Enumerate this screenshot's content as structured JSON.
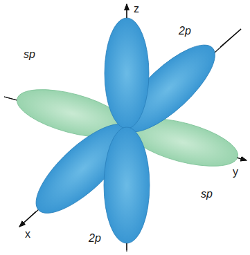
{
  "diagram": {
    "labels": [
      "z",
      "2p",
      "sp",
      "sp",
      "y",
      "x",
      "2p"
    ]
  }
}
